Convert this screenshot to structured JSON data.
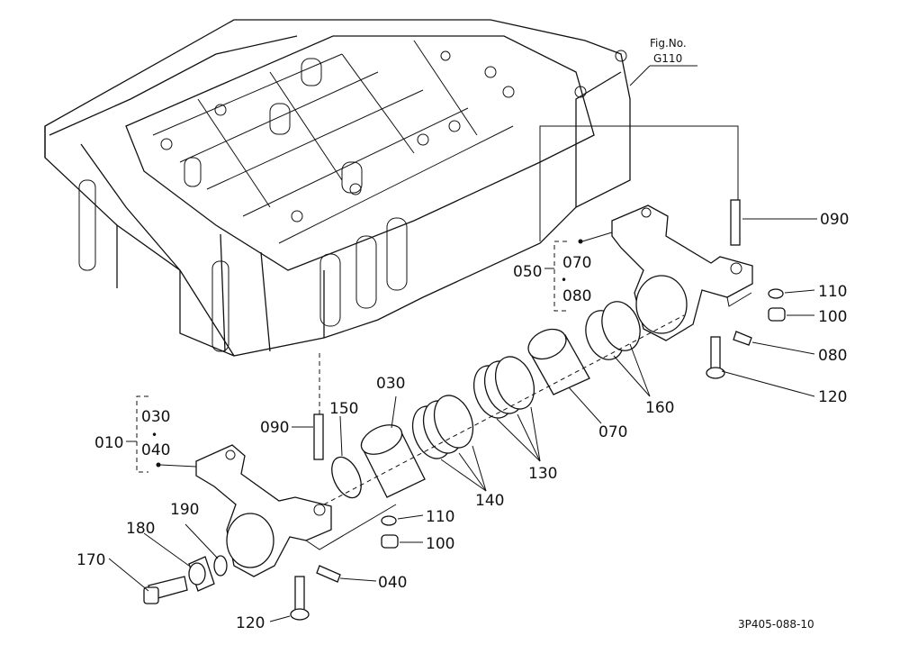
{
  "figure_ref": {
    "line1": "Fig.No.",
    "line2": "G110"
  },
  "drawing_number": "3P405-088-10",
  "callouts": {
    "c010": "010",
    "c010_a": "030",
    "c010_b": "040",
    "c050": "050",
    "c050_a": "070",
    "c050_b": "080",
    "c030": "030",
    "c070": "070",
    "c090_top": "090",
    "c090_left": "090",
    "c110_top": "110",
    "c110_bottom": "110",
    "c100_top": "100",
    "c100_bottom": "100",
    "c080": "080",
    "c120_right": "120",
    "c120_left": "120",
    "c150": "150",
    "c160": "160",
    "c130": "130",
    "c140": "140",
    "c170": "170",
    "c180": "180",
    "c190": "190",
    "c040": "040"
  },
  "dot_symbol": "•"
}
